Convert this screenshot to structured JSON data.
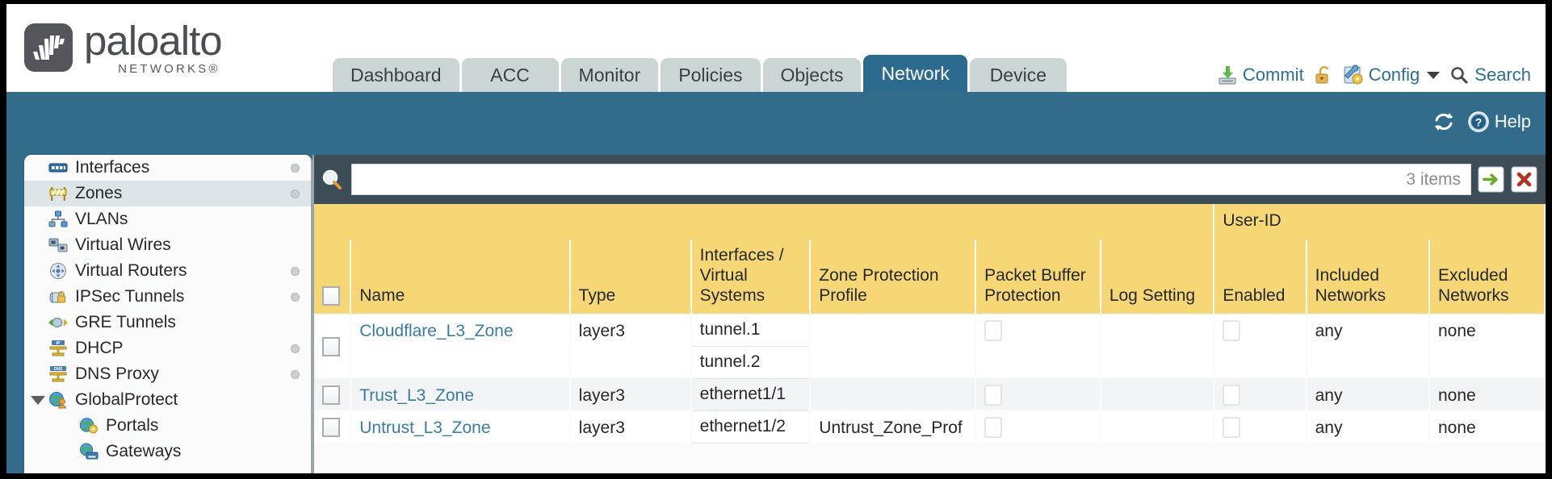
{
  "brand": {
    "name": "paloalto",
    "sub": "NETWORKS®",
    "logo_icon": "paloalto-bars-logo"
  },
  "nav": {
    "tabs": [
      {
        "label": "Dashboard",
        "active": false
      },
      {
        "label": "ACC",
        "active": false
      },
      {
        "label": "Monitor",
        "active": false
      },
      {
        "label": "Policies",
        "active": false
      },
      {
        "label": "Objects",
        "active": false
      },
      {
        "label": "Network",
        "active": true
      },
      {
        "label": "Device",
        "active": false
      }
    ]
  },
  "utility": {
    "commit_label": "Commit",
    "commit_icon": "commit-save-icon",
    "lock_icon": "padlock-icon",
    "config_label": "Config",
    "config_icon": "config-wrench-icon",
    "config_caret": "chevron-down-icon",
    "search_label": "Search",
    "search_icon": "magnifier-icon"
  },
  "band": {
    "refresh_icon": "refresh-icon",
    "help_label": "Help",
    "help_icon": "help-question-icon"
  },
  "sidebar": {
    "items": [
      {
        "label": "Interfaces",
        "icon": "interfaces-icon",
        "selected": false,
        "dot": true,
        "child": false,
        "twisty": false
      },
      {
        "label": "Zones",
        "icon": "zones-barrier-icon",
        "selected": true,
        "dot": true,
        "child": false,
        "twisty": false
      },
      {
        "label": "VLANs",
        "icon": "vlans-icon",
        "selected": false,
        "dot": false,
        "child": false,
        "twisty": false
      },
      {
        "label": "Virtual Wires",
        "icon": "virtual-wires-icon",
        "selected": false,
        "dot": false,
        "child": false,
        "twisty": false
      },
      {
        "label": "Virtual Routers",
        "icon": "virtual-routers-icon",
        "selected": false,
        "dot": true,
        "child": false,
        "twisty": false
      },
      {
        "label": "IPSec Tunnels",
        "icon": "ipsec-tunnels-icon",
        "selected": false,
        "dot": true,
        "child": false,
        "twisty": false
      },
      {
        "label": "GRE Tunnels",
        "icon": "gre-tunnels-icon",
        "selected": false,
        "dot": false,
        "child": false,
        "twisty": false
      },
      {
        "label": "DHCP",
        "icon": "dhcp-icon",
        "selected": false,
        "dot": true,
        "child": false,
        "twisty": false
      },
      {
        "label": "DNS Proxy",
        "icon": "dns-proxy-icon",
        "selected": false,
        "dot": true,
        "child": false,
        "twisty": false
      },
      {
        "label": "GlobalProtect",
        "icon": "globalprotect-icon",
        "selected": false,
        "dot": false,
        "child": false,
        "twisty": true
      },
      {
        "label": "Portals",
        "icon": "portals-icon",
        "selected": false,
        "dot": false,
        "child": true,
        "twisty": false
      },
      {
        "label": "Gateways",
        "icon": "gateways-icon",
        "selected": false,
        "dot": false,
        "child": true,
        "twisty": false
      }
    ]
  },
  "filter": {
    "value": "",
    "placeholder": "",
    "items_count": "3 items",
    "search_icon": "magnifier-icon",
    "apply_icon": "apply-arrow-icon",
    "clear_icon": "clear-x-icon"
  },
  "table": {
    "group_header": "User-ID",
    "columns": [
      "Name",
      "Type",
      "Interfaces / Virtual Systems",
      "Zone Protection Profile",
      "Packet Buffer Protection",
      "Log Setting",
      "Enabled",
      "Included Networks",
      "Excluded Networks"
    ],
    "select_all_checked": false,
    "rows": [
      {
        "checked": false,
        "name": "Cloudflare_L3_Zone",
        "type": "layer3",
        "interfaces": [
          "tunnel.1",
          "tunnel.2"
        ],
        "zone_protection_profile": "",
        "packet_buffer_protection": false,
        "log_setting": "",
        "userid_enabled": false,
        "included_networks": "any",
        "excluded_networks": "none"
      },
      {
        "checked": false,
        "name": "Trust_L3_Zone",
        "type": "layer3",
        "interfaces": [
          "ethernet1/1"
        ],
        "zone_protection_profile": "",
        "packet_buffer_protection": false,
        "log_setting": "",
        "userid_enabled": false,
        "included_networks": "any",
        "excluded_networks": "none"
      },
      {
        "checked": false,
        "name": "Untrust_L3_Zone",
        "type": "layer3",
        "interfaces": [
          "ethernet1/2"
        ],
        "zone_protection_profile": "Untrust_Zone_Prof",
        "packet_buffer_protection": false,
        "log_setting": "",
        "userid_enabled": false,
        "included_networks": "any",
        "excluded_networks": "none"
      }
    ]
  },
  "colors": {
    "brand_gray": "#53565a",
    "active_tab": "#2c6b8d",
    "inactive_tab": "#ccd5d5",
    "blue_band": "#336b8b",
    "filter_bar": "#3c4d57",
    "table_header": "#f7d775",
    "group_header": "#dfae3c",
    "link": "#3a7ca0"
  }
}
